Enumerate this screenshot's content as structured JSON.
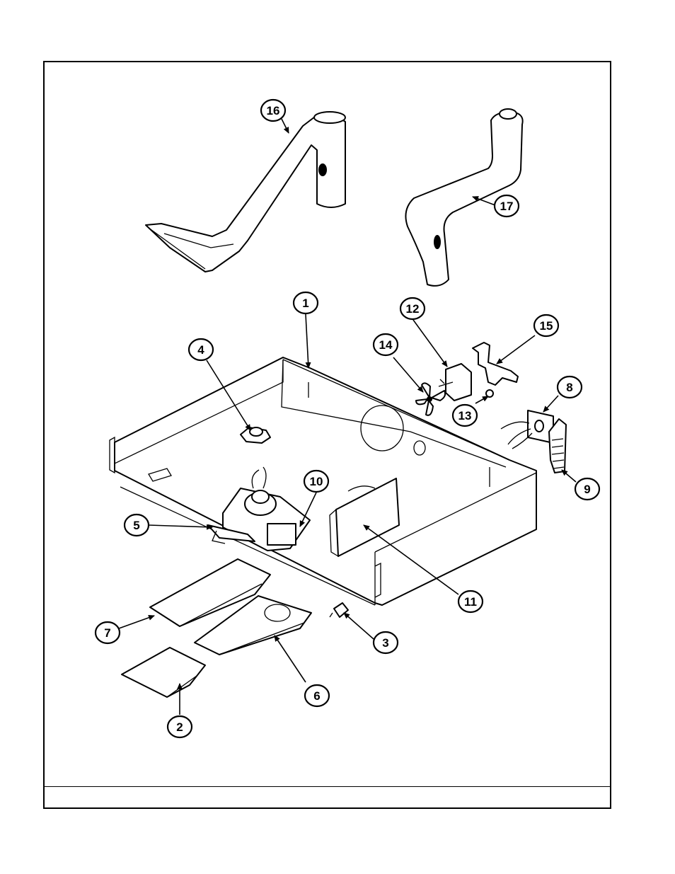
{
  "diagram": {
    "callouts": [
      {
        "id": "c1",
        "label": "1"
      },
      {
        "id": "c2",
        "label": "2"
      },
      {
        "id": "c3",
        "label": "3"
      },
      {
        "id": "c4",
        "label": "4"
      },
      {
        "id": "c5",
        "label": "5"
      },
      {
        "id": "c6",
        "label": "6"
      },
      {
        "id": "c7",
        "label": "7"
      },
      {
        "id": "c8",
        "label": "8"
      },
      {
        "id": "c9",
        "label": "9"
      },
      {
        "id": "c10",
        "label": "10"
      },
      {
        "id": "c11",
        "label": "11"
      },
      {
        "id": "c12",
        "label": "12"
      },
      {
        "id": "c13",
        "label": "13"
      },
      {
        "id": "c14",
        "label": "14"
      },
      {
        "id": "c15",
        "label": "15"
      },
      {
        "id": "c16",
        "label": "16"
      },
      {
        "id": "c17",
        "label": "17"
      }
    ],
    "colors": {
      "ink": "#000000",
      "paper": "#ffffff"
    }
  }
}
